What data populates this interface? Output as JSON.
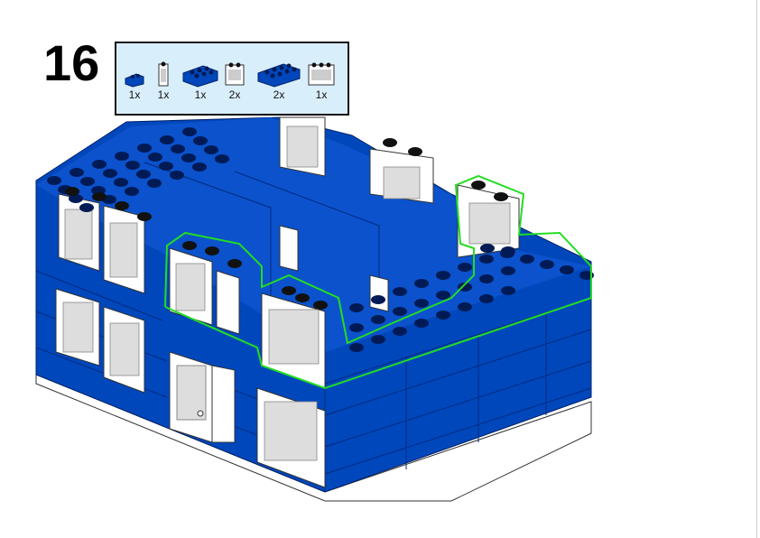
{
  "step": {
    "number": "16"
  },
  "parts": [
    {
      "qty": "1x",
      "icon": "blue-brick-1x2-icon"
    },
    {
      "qty": "1x",
      "icon": "white-window-1x1x2-icon"
    },
    {
      "qty": "1x",
      "icon": "blue-brick-2x3-icon"
    },
    {
      "qty": "2x",
      "icon": "white-window-1x2x2-icon"
    },
    {
      "qty": "2x",
      "icon": "blue-brick-2x4-icon"
    },
    {
      "qty": "1x",
      "icon": "white-window-1x3x2-icon"
    }
  ],
  "colors": {
    "brick_blue": "#0047bb",
    "highlight": "#22dd22",
    "callout_bg": "#d9eefb"
  }
}
